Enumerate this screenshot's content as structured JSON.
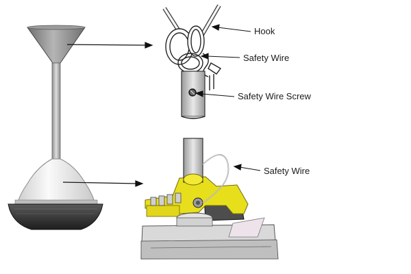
{
  "labels": {
    "hook": "Hook",
    "safety_wire_top": "Safety Wire",
    "safety_wire_screw": "Safety Wire Screw",
    "safety_wire_bottom": "Safety Wire"
  },
  "colors": {
    "canopy": "#8c8c8c",
    "downrod": "#a9a9a9",
    "fan_housing": "#e6e6e6",
    "fan_base": "#3a3a3a",
    "bracket_yellow": "#e8df1c",
    "motor_dark": "#4a4a4a",
    "outline": "#222222"
  }
}
